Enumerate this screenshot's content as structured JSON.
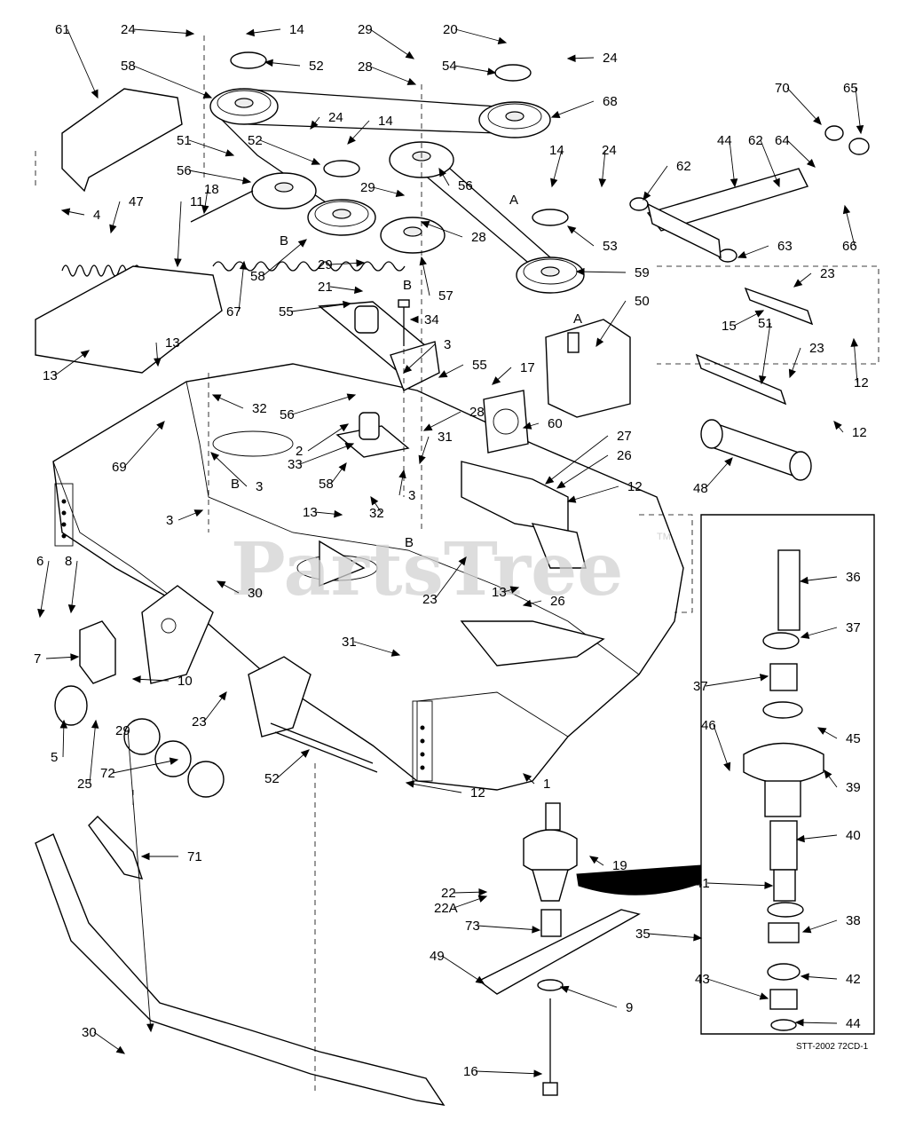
{
  "diagram": {
    "watermark": "PartsTree",
    "watermark_tm": "TM",
    "drawing_code": "STT-2002 72CD-1",
    "letters": [
      "A",
      "A",
      "B",
      "B",
      "B",
      "B"
    ],
    "callouts": [
      "1",
      "2",
      "3",
      "3",
      "3",
      "3",
      "4",
      "5",
      "6",
      "7",
      "8",
      "9",
      "10",
      "11",
      "12",
      "12",
      "12",
      "12",
      "13",
      "13",
      "13",
      "13",
      "14",
      "14",
      "14",
      "15",
      "16",
      "17",
      "18",
      "19",
      "20",
      "21",
      "22",
      "22A",
      "23",
      "23",
      "23",
      "23",
      "24",
      "24",
      "24",
      "24",
      "25",
      "26",
      "26",
      "27",
      "28",
      "28",
      "28",
      "29",
      "29",
      "29",
      "29",
      "30",
      "30",
      "31",
      "31",
      "32",
      "32",
      "33",
      "34",
      "35",
      "36",
      "37",
      "37",
      "38",
      "39",
      "40",
      "41",
      "42",
      "43",
      "44",
      "44",
      "45",
      "46",
      "47",
      "48",
      "49",
      "50",
      "51",
      "51",
      "52",
      "52",
      "52",
      "53",
      "54",
      "55",
      "55",
      "56",
      "56",
      "56",
      "57",
      "58",
      "58",
      "58",
      "59",
      "60",
      "61",
      "62",
      "62",
      "63",
      "64",
      "65",
      "66",
      "67",
      "68",
      "69",
      "70",
      "71",
      "72",
      "73"
    ]
  }
}
